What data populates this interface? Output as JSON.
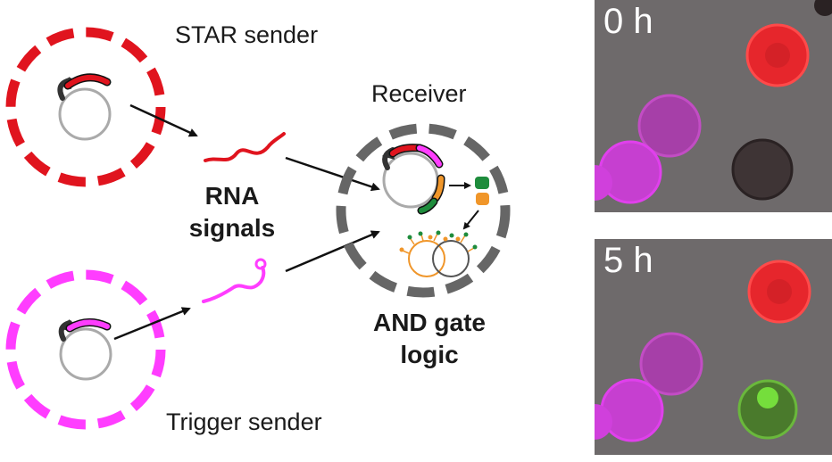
{
  "labels": {
    "star_sender": "STAR sender",
    "trigger_sender": "Trigger sender",
    "receiver": "Receiver",
    "rna_signals_line1": "RNA",
    "rna_signals_line2": "signals",
    "and_gate_line1": "AND gate",
    "and_gate_line2": "logic"
  },
  "panels": [
    {
      "time_label": "0 h"
    },
    {
      "time_label": "5 h"
    }
  ],
  "colors": {
    "star_red": "#e0141e",
    "trigger_magenta": "#ff3dff",
    "receiver_gray": "#666666",
    "orange": "#f0962a",
    "green": "#1e8c3c",
    "panel_bg": "#6e6a6b"
  }
}
